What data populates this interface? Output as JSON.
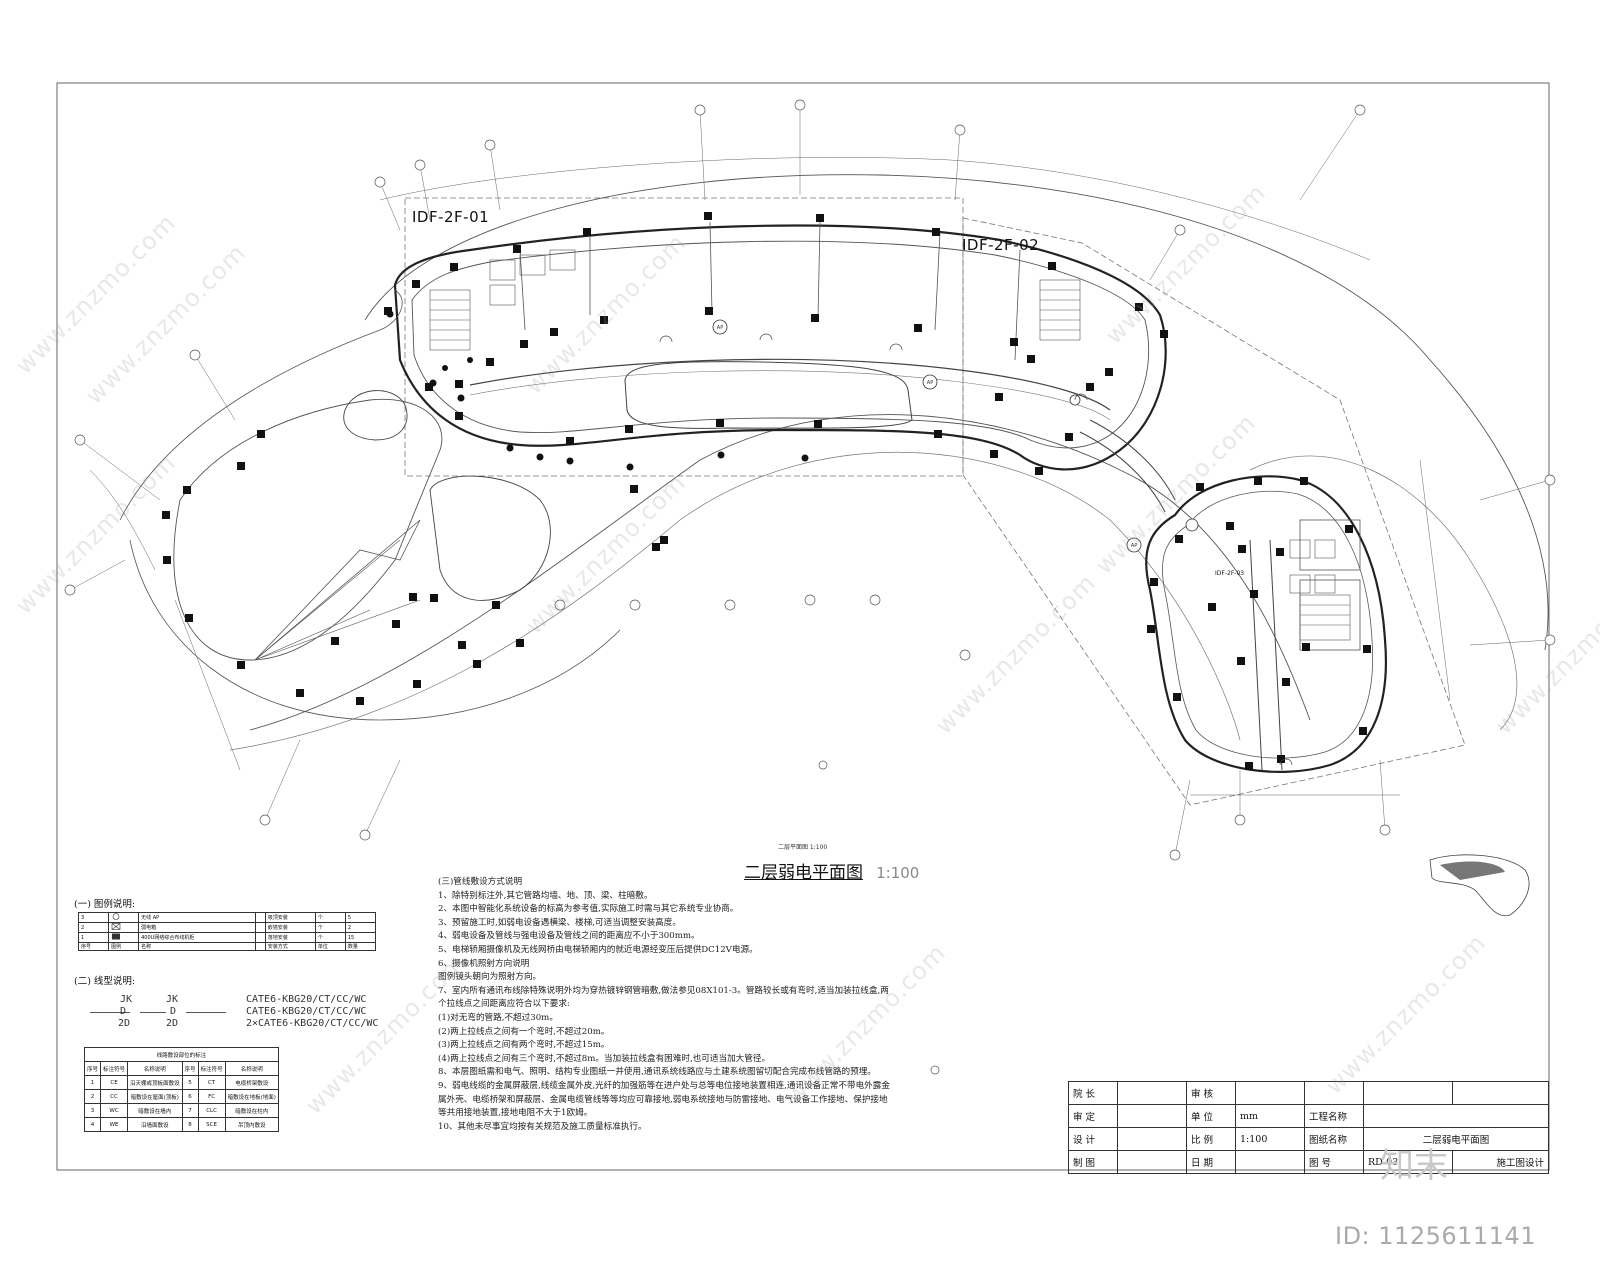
{
  "idf_labels": {
    "idf1": "IDF-2F-01",
    "idf2": "IDF-2F-02",
    "idf3": "IDF-2F-03"
  },
  "drawing_title": {
    "main": "二层弱电平面图",
    "scale": "1:100",
    "small": "二层平面图 1:100"
  },
  "ap_label": "AP",
  "notes": {
    "header": "(三)管线敷设方式说明",
    "lines": [
      "1、除特别标注外,其它管路均墙、地、顶、梁、柱暗敷。",
      "2、本图中智能化系统设备的标高为参考值,实际施工时需与其它系统专业协商。",
      "3、预留施工时,如弱电设备遇横梁、楼梯,可适当调整安装高度。",
      "4、弱电设备及管线与强电设备及管线之间的距离应不小于300mm。",
      "5、电梯轿厢摄像机及无线网桥由电梯轿厢内的就近电源经变压后提供DC12V电源。",
      "6、摄像机照射方向说明",
      "   图例镜头朝向为照射方向。",
      "7、室内所有通讯布线除特殊说明外均为穿热镀锌钢管暗敷,做法参见08X101-3。管路较长或有弯时,适当加装拉线盒,两",
      "   个拉线点之间距离应符合以下要求:",
      "(1)对无弯的管路,不超过30m。",
      "(2)两上拉线点之间有一个弯时,不超过20m。",
      "(3)两上拉线点之间有两个弯时,不超过15m。",
      "(4)两上拉线点之间有三个弯时,不超过8m。当加装拉线盒有困难时,也可适当加大管径。",
      "8、本层图纸需和电气、照明、结构专业图纸一并使用,通讯系统线路应与土建系统图留切配合完成布线管路的预埋。",
      "9、弱电线缆的金属屏蔽层,线缆金属外皮,光纤的加强筋等在进户处与总等电位接地装置相连,通讯设备正常不带电外露金",
      "   属外壳、电缆桥架和屏蔽层、金属电缆管线等等均应可靠接地,弱电系统接地与防雷接地、电气设备工作接地、保护接地",
      "   等共用接地装置,接地电阻不大于1欧姆。",
      "10、其他未尽事宜均按有关规范及施工质量标准执行。"
    ]
  },
  "legend": {
    "header": "(一) 图例说明:",
    "rows": [
      [
        "3",
        "",
        "无线 AP",
        "",
        "吸顶安装",
        "个",
        "5"
      ],
      [
        "2",
        "",
        "弱电箱",
        "",
        "嵌墙安装",
        "个",
        "2"
      ],
      [
        "1",
        "",
        "400U网络综合布线机柜",
        "",
        "落地安装",
        "个",
        "15"
      ]
    ],
    "footer": [
      "序号",
      "图例",
      "名称",
      "",
      "安装方式",
      "单位",
      "数量"
    ]
  },
  "line_types": {
    "header": "(二) 线型说明:",
    "rows": [
      {
        "code_a": "JK",
        "code_b": "JK",
        "cable": "CATE6-KBG20/CT/CC/WC"
      },
      {
        "code_a": "D",
        "code_b": "D",
        "cable": "CATE6-KBG20/CT/CC/WC"
      },
      {
        "code_a": "2D",
        "code_b": "2D",
        "cable": "2×CATE6-KBG20/CT/CC/WC"
      }
    ]
  },
  "cable_table": {
    "title": "线路敷设部位的标注",
    "columns": [
      "序号",
      "标注符号",
      "名称说明",
      "序号",
      "标注符号",
      "名称说明"
    ],
    "rows": [
      [
        "1",
        "CE",
        "沿天棚或顶板面敷设",
        "5",
        "CT",
        "电缆桥架敷设"
      ],
      [
        "2",
        "CC",
        "暗敷设在屋面(顶板)",
        "6",
        "FC",
        "暗敷设在地板(地面)"
      ],
      [
        "3",
        "WC",
        "暗敷设在墙内",
        "7",
        "CLC",
        "暗敷设在柱内"
      ],
      [
        "4",
        "WE",
        "沿墙面敷设",
        "8",
        "SCE",
        "吊顶内敷设"
      ]
    ]
  },
  "title_block": {
    "r1": [
      "院 长",
      "",
      "审 核",
      "",
      "",
      "",
      ""
    ],
    "r2": [
      "审 定",
      "",
      "单 位",
      "mm",
      "工程名称",
      ""
    ],
    "r3": [
      "设 计",
      "",
      "比 例",
      "1:100",
      "图纸名称",
      "二层弱电平面图"
    ],
    "r4": [
      "制 图",
      "",
      "日 期",
      "",
      "图 号",
      "RD-03",
      "施工图设计"
    ]
  },
  "watermark": "www.znzmo.com",
  "brand": "知末",
  "image_id": "ID: 1125611141"
}
